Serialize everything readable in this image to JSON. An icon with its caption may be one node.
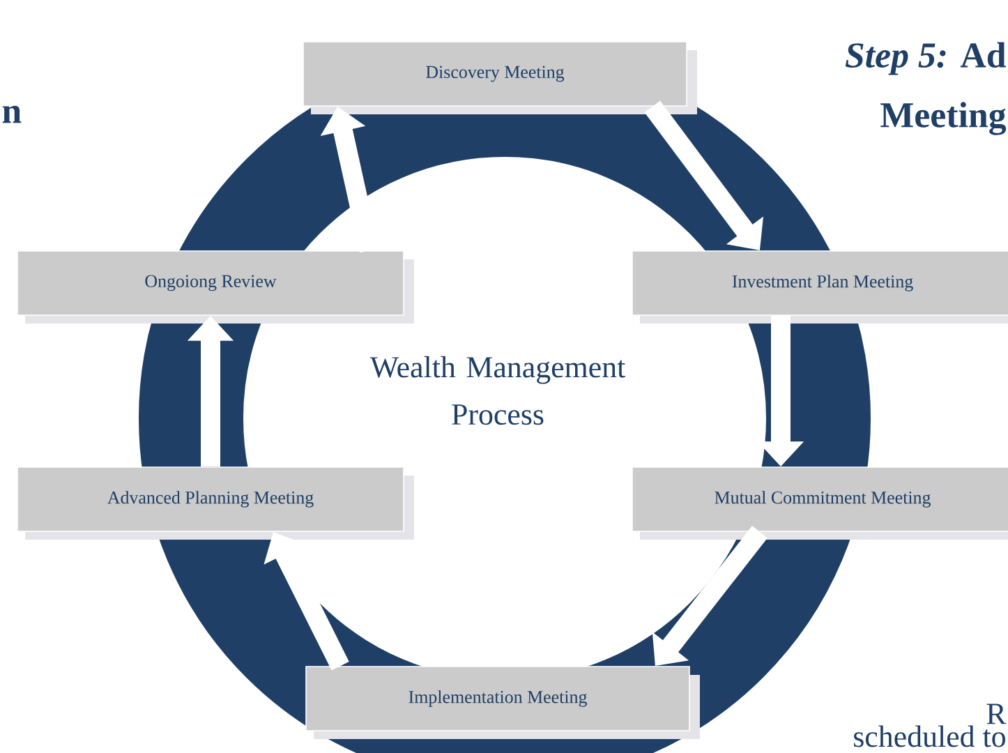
{
  "diagram": {
    "title": "Wealth Management Process",
    "nodes": [
      {
        "text": [
          "Discovery Meeting"
        ]
      },
      {
        "text": [
          "Ongoiong Review"
        ]
      },
      {
        "text": [
          "Investment Plan Meeting"
        ]
      },
      {
        "text": [
          "Advanced Planning Meeting"
        ]
      },
      {
        "text": [
          "Mutual Commitment Meeting"
        ]
      },
      {
        "text": [
          "Implementation Meeting"
        ]
      }
    ],
    "edges": [
      {
        "from": 0,
        "to": 2,
        "arrow": "to"
      },
      {
        "from": 2,
        "to": 4,
        "arrow": "to"
      },
      {
        "from": 4,
        "to": 5,
        "arrow": "to"
      },
      {
        "from": 5,
        "to": 3,
        "arrow": "to"
      },
      {
        "from": 3,
        "to": 1,
        "arrow": "to"
      },
      {
        "from": 1,
        "to": 0,
        "arrow": "to"
      }
    ],
    "labels": [
      "n",
      "*Step 5:* Ad",
      "Meeting",
      "R",
      "scheduled to"
    ]
  }
}
